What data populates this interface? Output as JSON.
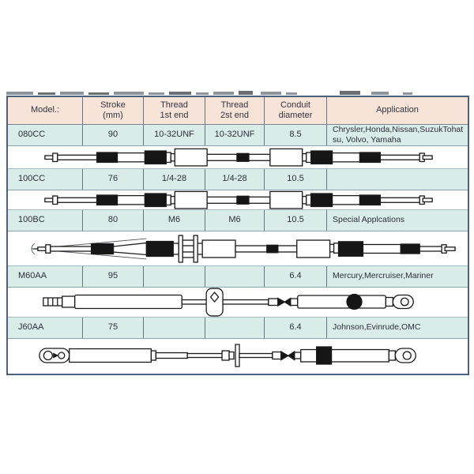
{
  "page": {
    "background": "#ffffff",
    "description": "Marine control cable specification table with technical drawings of each cable model"
  },
  "colors": {
    "header_bg": "#f8e3d8",
    "row_bg": "#d9ece7",
    "outer_border": "#4e617a",
    "inner_vertical_border": "#6b7580",
    "inner_horizontal_border": "#8ca4b0",
    "drawing_line": "#1a1a1a"
  },
  "table": {
    "columns": [
      {
        "label": "Model.:"
      },
      {
        "label": "Stroke\n(mm)"
      },
      {
        "label": "Thread\n1st end"
      },
      {
        "label": "Thread\n2st end"
      },
      {
        "label": "Conduit\ndiameter"
      },
      {
        "label": "Application"
      }
    ],
    "rows": [
      {
        "model": "080CC",
        "stroke": "90",
        "thread_1st": "10-32UNF",
        "thread_2st": "10-32UNF",
        "conduit": "8.5",
        "application": "Chrysler,Honda,Nissan,SuzukTohatsu, Volvo, Yamaha",
        "drawing": "cc-style control cable, threaded ends both sides"
      },
      {
        "model": "100CC",
        "stroke": "76",
        "thread_1st": "1/4-28",
        "thread_2st": "1/4-28",
        "conduit": "10.5",
        "application": "",
        "drawing": "cc-style control cable, threaded ends both sides"
      },
      {
        "model": "100BC",
        "stroke": "80",
        "thread_1st": "M6",
        "thread_2st": "M6",
        "conduit": "10.5",
        "application": "Special Applcations",
        "drawing": "bc-style control cable with bulkhead mount flange and dashed cone at left end"
      },
      {
        "model": "M60AA",
        "stroke": "95",
        "thread_1st": "",
        "thread_2st": "",
        "conduit": "6.4",
        "application": "Mercury,Mercruiser,Mariner",
        "drawing": "m-style cable with mid tag fob, black ball and eyelet terminal"
      },
      {
        "model": "J60AA",
        "stroke": "75",
        "thread_1st": "",
        "thread_2st": "",
        "conduit": "6.4",
        "application": "Johnson,Evinrude,OMC",
        "drawing": "j-style cable with double-eye clevis, flange plate, black block and eyelet terminal"
      }
    ]
  }
}
